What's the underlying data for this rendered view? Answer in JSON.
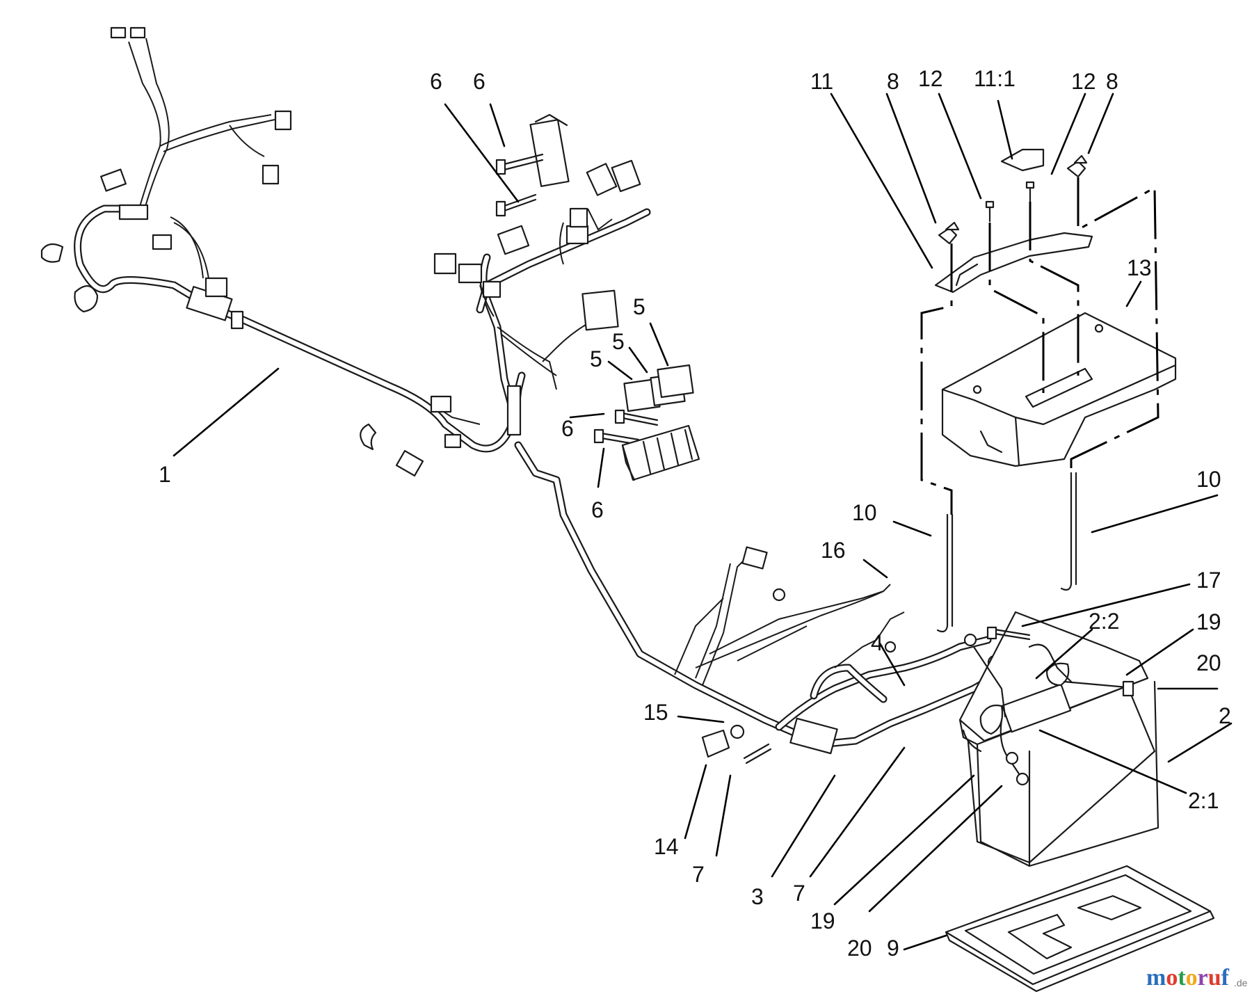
{
  "callouts": {
    "c1": "1",
    "c2": "2",
    "c2_1": "2:1",
    "c2_2": "2:2",
    "c3": "3",
    "c4": "4",
    "c5a": "5",
    "c5b": "5",
    "c5c": "5",
    "c6a": "6",
    "c6b": "6",
    "c6c": "6",
    "c6d": "6",
    "c7a": "7",
    "c7b": "7",
    "c8a": "8",
    "c8b": "8",
    "c9": "9",
    "c10a": "10",
    "c10b": "10",
    "c11": "11",
    "c11_1": "11:1",
    "c12a": "12",
    "c12b": "12",
    "c13": "13",
    "c14": "14",
    "c15": "15",
    "c16": "16",
    "c17": "17",
    "c19a": "19",
    "c19b": "19",
    "c20a": "20",
    "c20b": "20"
  },
  "watermark": {
    "letters": [
      "m",
      "o",
      "t",
      "o",
      "r",
      "u",
      "f"
    ],
    "colors": [
      "#2a6ebb",
      "#e23b2e",
      "#2a9d4b",
      "#f2a81d",
      "#8e44ad",
      "#e23b2e",
      "#2a6ebb"
    ],
    "suffix": ".de"
  }
}
